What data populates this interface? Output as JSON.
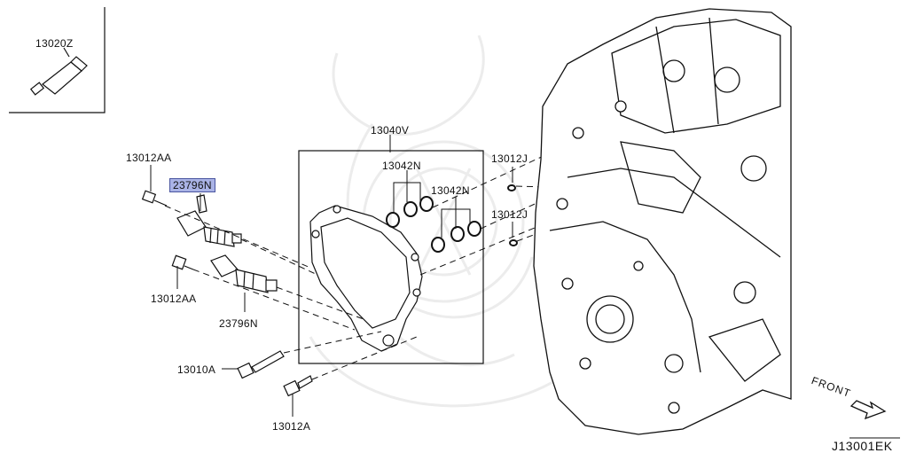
{
  "labels": {
    "sealant": "13020Z",
    "bolt_upper": "13012AA",
    "solenoid_upper": "23796N",
    "bolt_lower": "13012AA",
    "solenoid_lower": "23796N",
    "bolt_long": "13010A",
    "bolt_bottom": "13012A",
    "cover_assembly": "13040V",
    "oring_set_1": "13042N",
    "oring_set_2": "13042N",
    "seal_upper": "13012J",
    "seal_lower": "13012J",
    "front_marker": "FRONT",
    "diagram_code": "J13001EK"
  },
  "colors": {
    "highlight": "#aab3e6",
    "line": "#111111",
    "watermark": "#ececec"
  }
}
